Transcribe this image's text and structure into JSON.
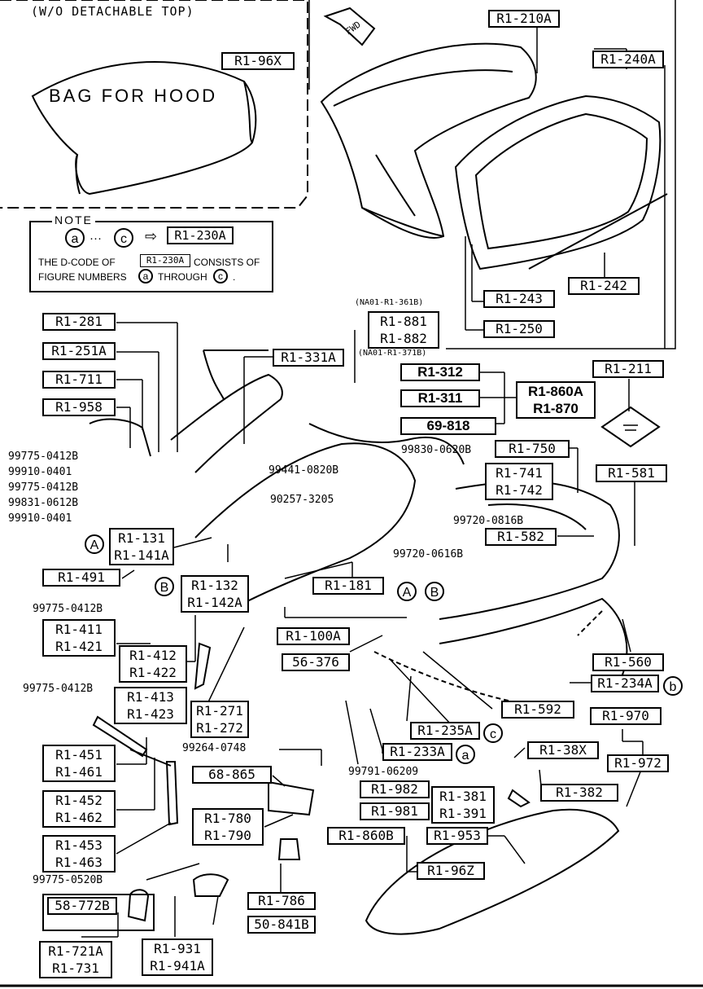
{
  "header": {
    "inset_title": "(W/O DETACHABLE TOP)",
    "bag_text": "BAG FOR HOOD",
    "fwd": "FWD"
  },
  "note": {
    "title": "NOTE",
    "range_from": "a",
    "range_dots": "···",
    "range_to": "c",
    "arrow": "⇨",
    "target": "R1-230A",
    "line1_a": "THE D-CODE OF",
    "line1_code": "R1-230A",
    "line1_b": "CONSISTS OF",
    "line2_a": "FIGURE NUMBERS",
    "line2_from": "a",
    "line2_mid": "THROUGH",
    "line2_to": "c",
    "line2_end": "."
  },
  "labels": {
    "r1_96x": "R1-96X",
    "r1_210a": "R1-210A",
    "r1_240a": "R1-240A",
    "r1_243": "R1-243",
    "r1_250": "R1-250",
    "r1_242": "R1-242",
    "r1_281": "R1-281",
    "r1_251a": "R1-251A",
    "r1_711": "R1-711",
    "r1_958": "R1-958",
    "r1_331a": "R1-331A",
    "r1_881": "R1-881",
    "r1_882": "R1-882",
    "r1_312": "R1-312",
    "r1_311": "R1-311",
    "r1_860a": "R1-860A",
    "r1_870": "R1-870",
    "p69_818": "69-818",
    "r1_211": "R1-211",
    "r1_750": "R1-750",
    "r1_741": "R1-741",
    "r1_742": "R1-742",
    "r1_581": "R1-581",
    "r1_582": "R1-582",
    "r1_131": "R1-131",
    "r1_141a": "R1-141A",
    "r1_132": "R1-132",
    "r1_142a": "R1-142A",
    "r1_491": "R1-491",
    "r1_181": "R1-181",
    "r1_411": "R1-411",
    "r1_421": "R1-421",
    "r1_412": "R1-412",
    "r1_422": "R1-422",
    "r1_100a": "R1-100A",
    "p56_376": "56-376",
    "r1_560": "R1-560",
    "r1_234a": "R1-234A",
    "r1_413": "R1-413",
    "r1_423": "R1-423",
    "r1_271": "R1-271",
    "r1_272": "R1-272",
    "r1_592": "R1-592",
    "r1_235a": "R1-235A",
    "r1_970": "R1-970",
    "r1_233a": "R1-233A",
    "r1_38x": "R1-38X",
    "r1_972": "R1-972",
    "r1_451": "R1-451",
    "r1_461": "R1-461",
    "p68_865": "68-865",
    "r1_982": "R1-982",
    "r1_981": "R1-981",
    "r1_381": "R1-381",
    "r1_391": "R1-391",
    "r1_382": "R1-382",
    "r1_452": "R1-452",
    "r1_462": "R1-462",
    "r1_780": "R1-780",
    "r1_790": "R1-790",
    "r1_860b": "R1-860B",
    "r1_953": "R1-953",
    "r1_96z": "R1-96Z",
    "r1_453": "R1-453",
    "r1_463": "R1-463",
    "r1_786": "R1-786",
    "p58_772b": "58-772B",
    "p50_841b": "50-841B",
    "r1_721a": "R1-721A",
    "r1_731": "R1-731",
    "r1_931": "R1-931",
    "r1_941a": "R1-941A"
  },
  "part_numbers": {
    "n99775_0412b_a": "99775-0412B",
    "n99910_0401_a": "99910-0401",
    "n99775_0412b_b": "99775-0412B",
    "n99831_0612b": "99831-0612B",
    "n99910_0401_b": "99910-0401",
    "n99441_0820b": "99441-0820B",
    "n90257_3205": "90257-3205",
    "n99830_0620b": "99830-0620B",
    "n99720_0816b": "99720-0816B",
    "n99720_0616b": "99720-0616B",
    "n99775_0412b_c": "99775-0412B",
    "n99775_0412b_d": "99775-0412B",
    "n99264_0748": "99264-0748",
    "n99791_06209": "99791-06209",
    "n99775_0520b": "99775-0520B",
    "nadi_361b": "(NA01-R1-361B)",
    "nadi_371b": "(NA01-R1-371B)"
  },
  "callouts": {
    "A": "A",
    "B": "B",
    "a": "a",
    "b": "b",
    "c": "c"
  }
}
